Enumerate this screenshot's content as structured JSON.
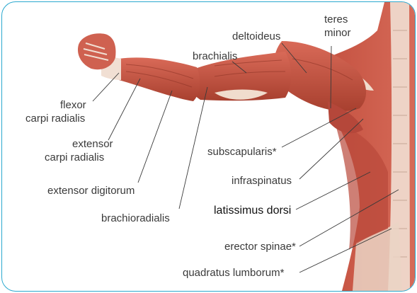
{
  "labels": {
    "teres_minor_1": "teres",
    "teres_minor_2": "minor",
    "deltoideus": "deltoideus",
    "brachialis": "brachialis",
    "flexor_1": "flexor",
    "flexor_2": "carpi radialis",
    "extensor_cr_1": "extensor",
    "extensor_cr_2": "carpi radialis",
    "extensor_digitorum": "extensor digitorum",
    "brachioradialis": "brachioradialis",
    "subscapularis": "subscapularis*",
    "infraspinatus": "infraspinatus",
    "latissimus_dorsi": "latissimus dorsi",
    "erector_spinae": "erector spinae*",
    "quadratus_lumborum": "quadratus lumborum*"
  },
  "colors": {
    "frame": "#2aa8cf",
    "muscle": "#c85848",
    "muscle_dark": "#9e3a2e",
    "tendon": "#f1dfd3",
    "leader": "#3a3a3a",
    "label_text": "#3a3a3a",
    "highlight_text": "#111111"
  }
}
